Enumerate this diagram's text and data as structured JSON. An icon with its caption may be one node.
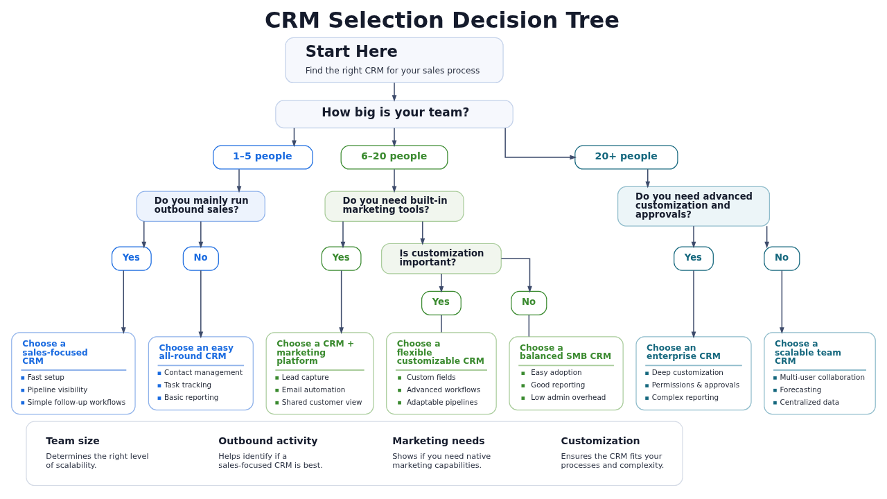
{
  "diagram": {
    "title": "CRM Selection Decision Tree",
    "nodes": [
      {
        "text": [
          "Start Here",
          "Find the right CRM for your sales process"
        ]
      },
      {
        "text": [
          "How big is your team?"
        ]
      },
      {
        "text": [
          "1–5 people"
        ]
      },
      {
        "text": [
          "6–20 people"
        ]
      },
      {
        "text": [
          "20+ people"
        ]
      },
      {
        "text": [
          "Do you mainly run outbound sales?"
        ]
      },
      {
        "text": [
          "Do you need built-in marketing tools?"
        ]
      },
      {
        "text": [
          "Do you need advanced customization and approvals?"
        ]
      },
      {
        "text": [
          "Yes"
        ]
      },
      {
        "text": [
          "No"
        ]
      },
      {
        "text": [
          "Yes"
        ]
      },
      {
        "text": [
          "Is customization important?"
        ]
      },
      {
        "text": [
          "Yes"
        ]
      },
      {
        "text": [
          "No"
        ]
      },
      {
        "text": [
          "Yes"
        ]
      },
      {
        "text": [
          "No"
        ]
      },
      {
        "text": [
          "Choose a sales-focused CRM",
          "Fast setup",
          "Pipeline visibility",
          "Simple follow-up workflows"
        ]
      },
      {
        "text": [
          "Choose an easy all-round CRM",
          "Contact management",
          "Task tracking",
          "Basic reporting"
        ]
      },
      {
        "text": [
          "Choose a CRM + marketing platform",
          "Lead capture",
          "Email automation",
          "Shared customer view"
        ]
      },
      {
        "text": [
          "Choose a flexible customizable CRM",
          "Custom fields",
          "Advanced workflows",
          "Adaptable pipelines"
        ]
      },
      {
        "text": [
          "Choose a balanced SMB CRM",
          "Easy adoption",
          "Good reporting",
          "Low admin overhead"
        ]
      },
      {
        "text": [
          "Choose an enterprise CRM",
          "Deep customization",
          "Permissions & approvals",
          "Complex reporting"
        ]
      },
      {
        "text": [
          "Choose a scalable team CRM",
          "Multi-user collaboration",
          "Forecasting",
          "Centralized data"
        ]
      },
      {
        "text": [],
        "shape": "box"
      },
      {
        "text": [
          "Team size",
          "Determines the right level of scalability."
        ],
        "in": 23
      },
      {
        "text": [
          "Outbound activity",
          "Helps identify if a sales-focused CRM is best."
        ],
        "in": 23
      },
      {
        "text": [
          "Marketing needs",
          "Shows if you need native marketing capabilities."
        ],
        "in": 23
      },
      {
        "text": [
          "Customization",
          "Ensures the CRM fits your processes and complexity."
        ],
        "in": 23
      }
    ],
    "edges": [
      {
        "from": 0,
        "to": 1,
        "arrow": "to"
      },
      {
        "from": 1,
        "to": 2,
        "arrow": "to"
      },
      {
        "from": 1,
        "to": 3,
        "arrow": "to"
      },
      {
        "from": 1,
        "to": 4,
        "arrow": "to"
      },
      {
        "from": 2,
        "to": 5,
        "arrow": "to"
      },
      {
        "from": 3,
        "to": 6,
        "arrow": "to"
      },
      {
        "from": 4,
        "to": 7,
        "arrow": "to"
      },
      {
        "from": 5,
        "to": 8,
        "arrow": "to"
      },
      {
        "from": 5,
        "to": 9,
        "arrow": "to"
      },
      {
        "from": 8,
        "to": 16,
        "arrow": "to"
      },
      {
        "from": 9,
        "to": 17,
        "arrow": "to"
      },
      {
        "from": 6,
        "to": 10,
        "arrow": "to"
      },
      {
        "from": 6,
        "to": 11,
        "arrow": "to"
      },
      {
        "from": 10,
        "to": 18,
        "arrow": "to"
      },
      {
        "from": 11,
        "to": 14,
        "arrow": "to"
      },
      {
        "from": 11,
        "to": 15,
        "arrow": "to"
      },
      {
        "from": 14,
        "to": 19,
        "arrow": "none"
      },
      {
        "from": 15,
        "to": 20,
        "arrow": "none"
      },
      {
        "from": 7,
        "to": 12,
        "arrow": "to"
      },
      {
        "from": 7,
        "to": 13,
        "arrow": "to"
      },
      {
        "from": 12,
        "to": 21,
        "arrow": "to"
      },
      {
        "from": 13,
        "to": 22,
        "arrow": "to"
      }
    ]
  }
}
